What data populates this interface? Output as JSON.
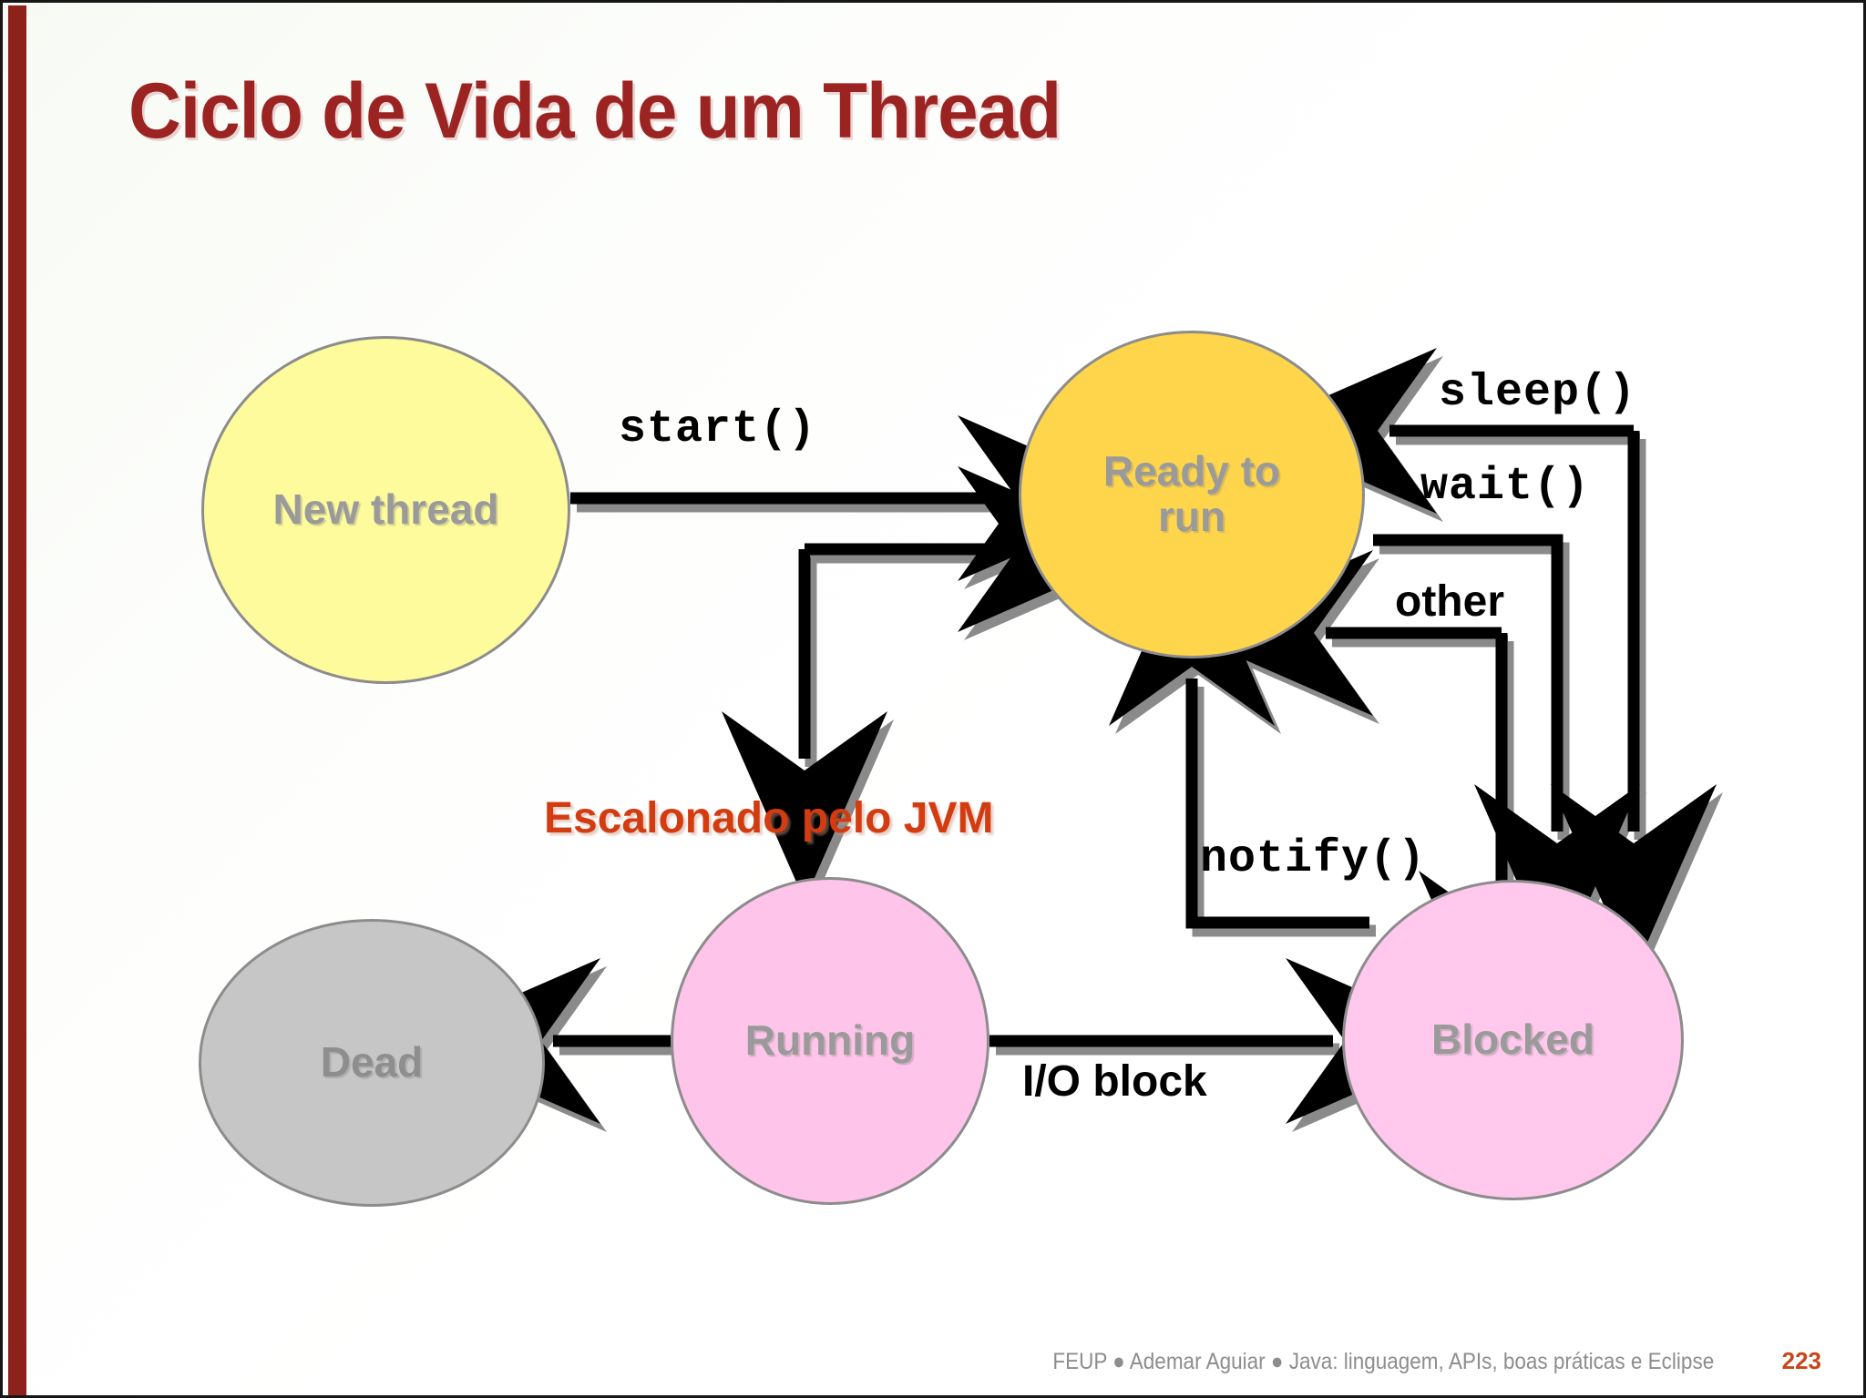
{
  "slide": {
    "title": "Ciclo de Vida de um Thread",
    "page_number": "223",
    "footer_text": "FEUP ● Ademar Aguiar ● Java: linguagem, APIs, boas práticas e Eclipse",
    "accent_colors": {
      "title_red": "#9B2322",
      "left_bar_red": "#8C2219",
      "scheduler_orange": "#D33C11",
      "page_number_red": "#C8451A"
    }
  },
  "diagram": {
    "type": "state-machine",
    "caption": "Ciclo de Vida de um Thread",
    "nodes": [
      {
        "id": "new-thread",
        "label": "New thread",
        "color": "#FEFB9D"
      },
      {
        "id": "ready",
        "label": "Ready to\nrun",
        "label_line1": "Ready to",
        "label_line2": "run",
        "color": "#FFD54B"
      },
      {
        "id": "dead",
        "label": "Dead",
        "color": "#C6C6C6"
      },
      {
        "id": "running",
        "label": "Running",
        "color": "#FFC4E9"
      },
      {
        "id": "blocked",
        "label": "Blocked",
        "color": "#FFC8EC"
      }
    ],
    "edges": [
      {
        "id": "start",
        "from": "new-thread",
        "to": "ready",
        "label": "start()",
        "style": "mono"
      },
      {
        "id": "scheduled",
        "from": "ready",
        "to": "running",
        "label": "Escalonado pelo JVM",
        "style": "sans-orange"
      },
      {
        "id": "sleep",
        "from": "blocked",
        "to": "ready",
        "label": "sleep()",
        "style": "mono"
      },
      {
        "id": "wait",
        "from": "ready",
        "to": "blocked",
        "label": "wait()",
        "style": "mono"
      },
      {
        "id": "other",
        "from": "blocked",
        "to": "ready",
        "label": "other",
        "style": "sans"
      },
      {
        "id": "notify",
        "from": "blocked",
        "to": "ready",
        "label": "notify()",
        "style": "mono"
      },
      {
        "id": "io-block",
        "from": "running",
        "to": "blocked",
        "label": "I/O block",
        "style": "sans"
      },
      {
        "id": "die",
        "from": "running",
        "to": "dead",
        "label": "",
        "style": "sans"
      }
    ]
  }
}
